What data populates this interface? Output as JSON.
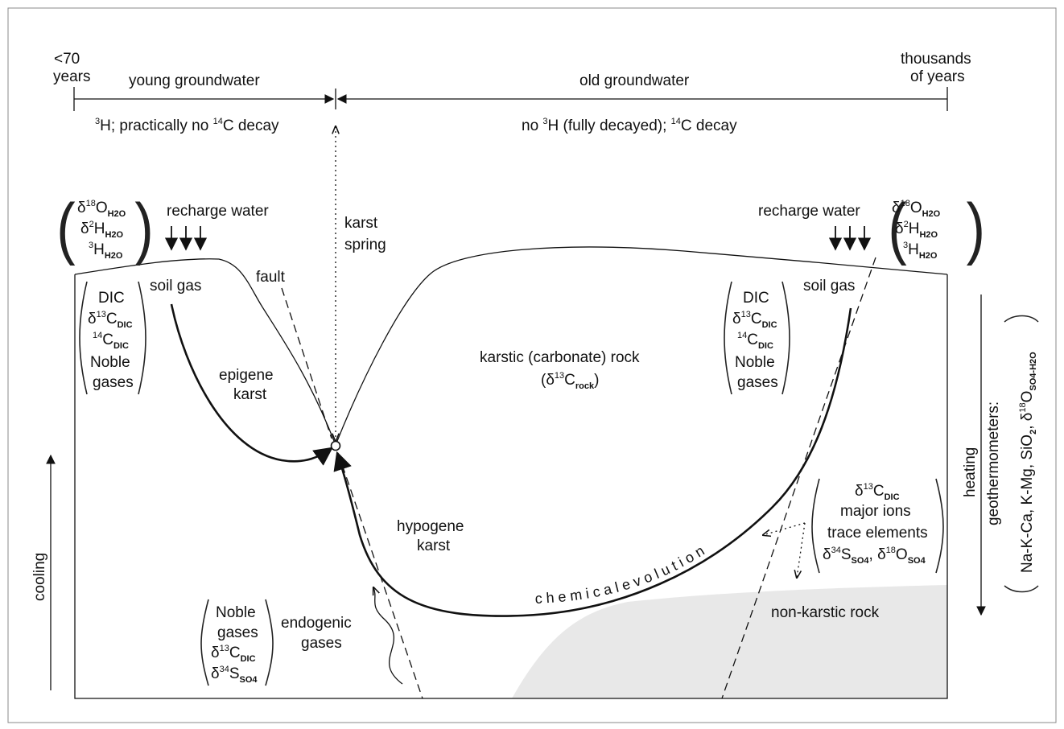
{
  "timeline": {
    "left_end": [
      "<70",
      "years"
    ],
    "right_end": [
      "thousands",
      "of years"
    ],
    "young_label": "young groundwater",
    "old_label": "old groundwater",
    "young_tracer": {
      "a": "H; practically no ",
      "b": "C decay",
      "sup1": "3",
      "sup2": "14"
    },
    "old_tracer": {
      "a": "no ",
      "b": "H (fully decayed); ",
      "c": "C decay",
      "sup1": "3",
      "sup2": "14"
    }
  },
  "recharge": {
    "left_label": "recharge water",
    "right_label": "recharge water",
    "isotopes": [
      {
        "base": "δ",
        "sup": "18",
        "el": "O",
        "sub": "H2O"
      },
      {
        "base": "δ",
        "sup": "2",
        "el": "H",
        "sub": "H2O"
      },
      {
        "base": "",
        "sup": "3",
        "el": "H",
        "sub": "H2O"
      }
    ]
  },
  "soil": {
    "label": "soil gas",
    "tracers": [
      "DIC",
      "δ13CDIC",
      "14CDIC",
      "Noble",
      "gases"
    ]
  },
  "labels": {
    "fault": "fault",
    "karst_spring": [
      "karst",
      "spring"
    ],
    "epigene_karst": [
      "epigene",
      "karst"
    ],
    "hypogene_karst": [
      "hypogene",
      "karst"
    ],
    "karstic_rock": "karstic (carbonate) rock",
    "karstic_rock_sub": {
      "open": "(δ",
      "sup": "13",
      "el": "C",
      "sub": "rock",
      "close": ")"
    },
    "chemical_evolution": "c h e m i c a l     e v o l u t i o n",
    "non_karstic_rock": "non-karstic rock",
    "endogenic_gases": [
      "endogenic",
      "gases"
    ],
    "cooling": "cooling",
    "heating": "heating",
    "geothermometers": "geothermometers:",
    "geothermometers_list": "Na-K-Ca, K-Mg, SiO",
    "geothermometers_o": "O"
  },
  "endogenic_tracers": [
    "Noble",
    "gases",
    "δ13CDIC",
    "δ34SSO4"
  ],
  "deep_tracers": [
    "δ13CDIC",
    "major ions",
    "trace elements",
    "δ34SSO4, δ18OSO4"
  ]
}
